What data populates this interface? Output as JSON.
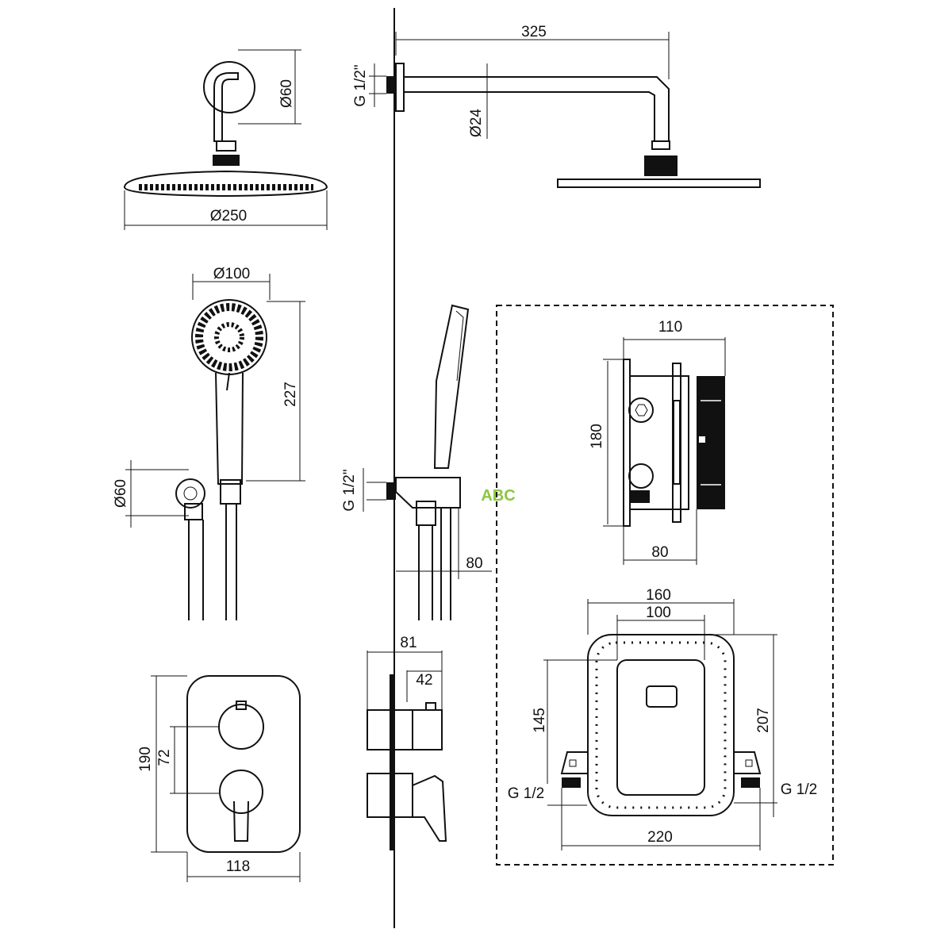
{
  "colors": {
    "line": "#111111",
    "watermark": "#8cc63f"
  },
  "head_shower_front": {
    "arm_diameter": "Ø60",
    "head_diameter": "Ø250"
  },
  "head_shower_side": {
    "arm_length": "325",
    "thread": "G 1/2\"",
    "arm_pipe": "Ø24"
  },
  "hand_shower_front": {
    "head_diameter": "Ø100",
    "height": "227",
    "holder_diameter": "Ø60"
  },
  "hand_shower_side": {
    "thread": "G 1/2\"",
    "projection": "80",
    "watermark": "ABC"
  },
  "mixer_front": {
    "height": "190",
    "spacing": "72",
    "width": "118"
  },
  "mixer_side": {
    "depth": "81",
    "knob_depth": "42"
  },
  "box_side": {
    "width": "110",
    "height": "180",
    "min_depth": "80"
  },
  "box_front": {
    "outer_width": "160",
    "inner_width": "100",
    "inner_height": "145",
    "outer_height": "207",
    "thread_left": "G 1/2",
    "thread_right": "G 1/2",
    "total_width": "220"
  }
}
